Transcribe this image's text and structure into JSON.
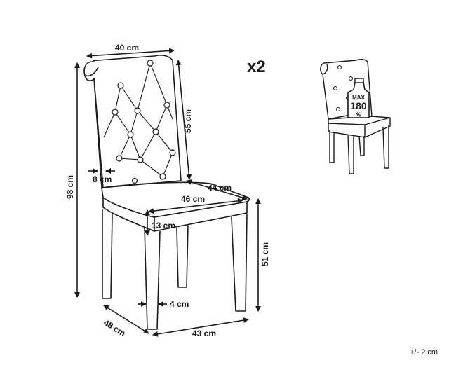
{
  "quantity": "x2",
  "tolerance": "+/- 2 cm",
  "max_load": {
    "max": "MAX",
    "value": "180",
    "unit": "kg"
  },
  "dimensions": {
    "back_width": "40 cm",
    "back_height": "55 cm",
    "back_thickness": "8 cm",
    "total_height": "98 cm",
    "seat_depth": "44 cm",
    "seat_width": "46 cm",
    "seat_thickness": "13 cm",
    "seat_height": "51 cm",
    "leg_width": "4 cm",
    "base_depth": "48 cm",
    "base_width": "43 cm"
  },
  "colors": {
    "line": "#1a1a1a",
    "background": "#ffffff"
  }
}
